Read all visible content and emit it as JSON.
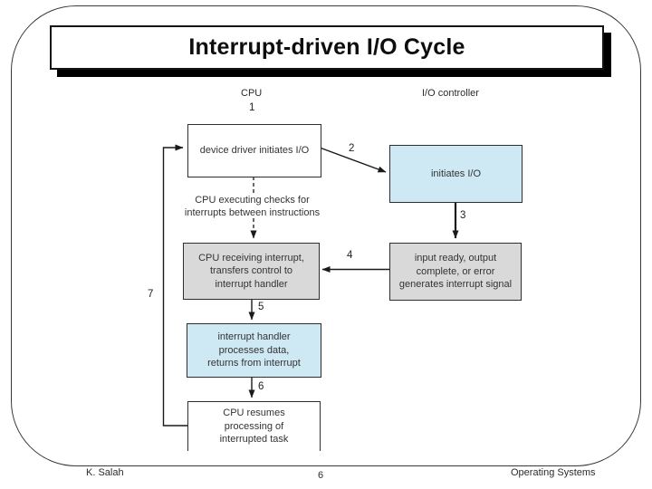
{
  "slide": {
    "title": "Interrupt-driven I/O Cycle"
  },
  "diagram": {
    "headers": {
      "cpu": "CPU",
      "io_controller": "I/O controller"
    },
    "boxes": {
      "device_driver": "device driver initiates I/O",
      "initiates_io": "initiates I/O",
      "cpu_checks": "CPU executing checks for\ninterrupts between instructions",
      "cpu_receiving": "CPU receiving interrupt,\ntransfers control to\ninterrupt handler",
      "input_ready": "input ready, output\ncomplete, or error\ngenerates interrupt signal",
      "interrupt_handler": "interrupt handler\nprocesses data,\nreturns from interrupt",
      "cpu_resumes": "CPU resumes\nprocessing of\ninterrupted task"
    },
    "steps": {
      "s1": "1",
      "s2": "2",
      "s3": "3",
      "s4": "4",
      "s5": "5",
      "s6": "6",
      "s7": "7"
    }
  },
  "footer": {
    "author": "K. Salah",
    "page_number": "6",
    "course": "Operating Systems"
  },
  "colors": {
    "box_blue": "#cfe9f4",
    "box_gray": "#d9d9d9",
    "line": "#1a1a1a"
  }
}
